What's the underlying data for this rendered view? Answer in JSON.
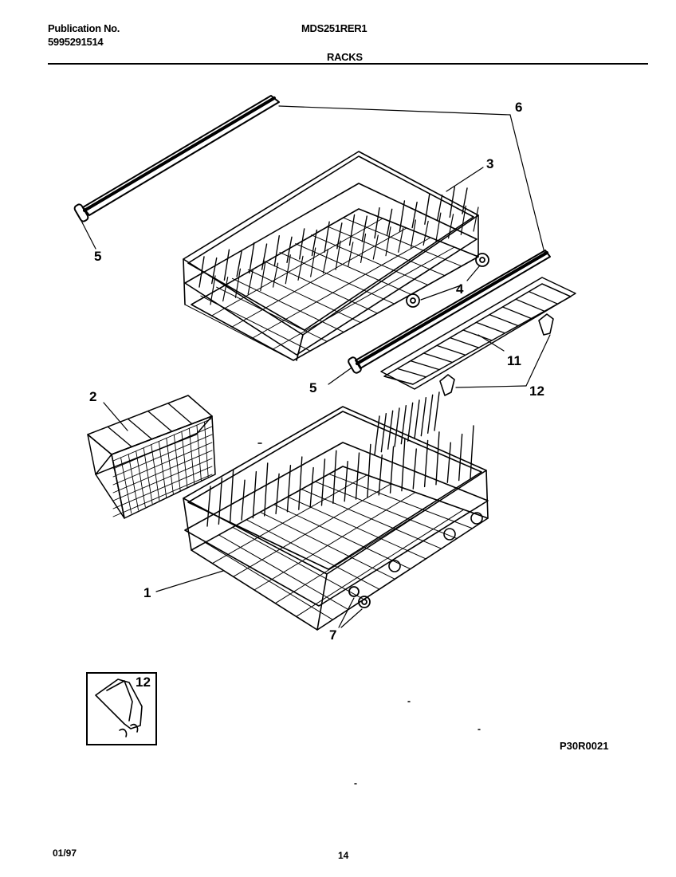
{
  "header": {
    "publication_label": "Publication No.",
    "publication_number": "5995291514",
    "model": "MDS251RER1",
    "section_title": "RACKS"
  },
  "callouts": {
    "c1": "1",
    "c2": "2",
    "c3": "3",
    "c4": "4",
    "c5a": "5",
    "c5b": "5",
    "c6": "6",
    "c7": "7",
    "c11": "11",
    "c12": "12",
    "c12_inset": "12"
  },
  "figure_code": "P30R0021",
  "footer": {
    "date": "01/97",
    "page_number": "14"
  }
}
